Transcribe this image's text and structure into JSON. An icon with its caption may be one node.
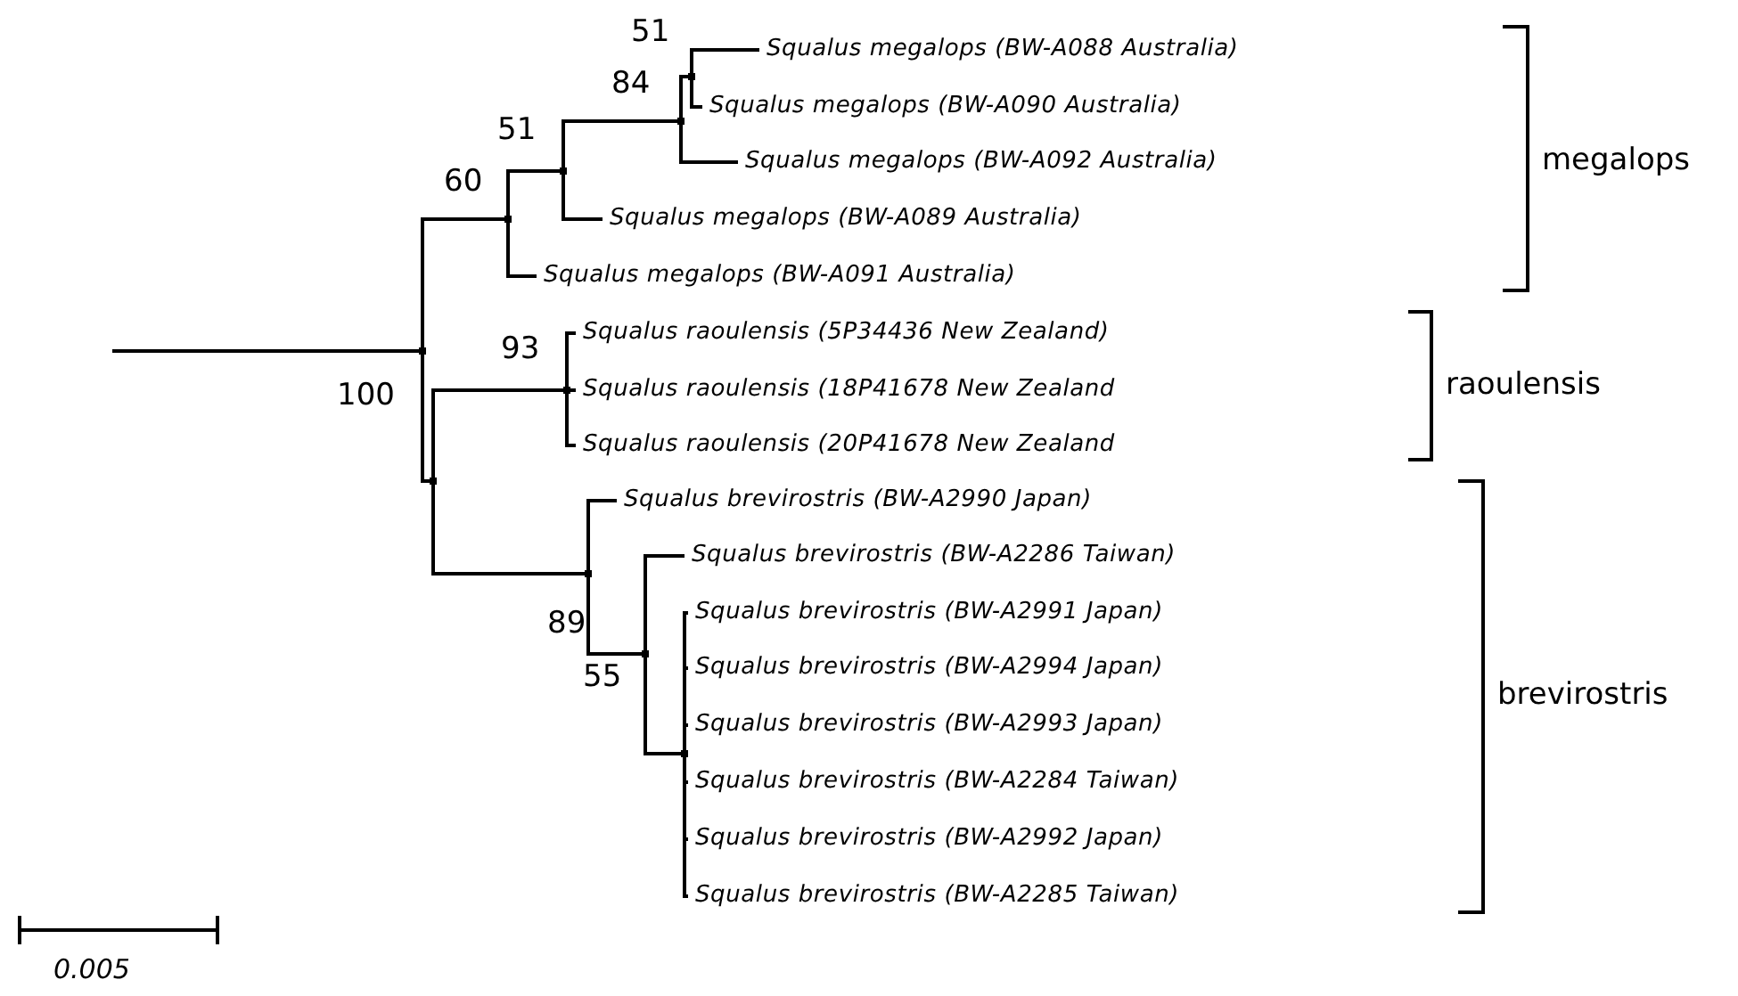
{
  "diagram": {
    "nodes": [
      {
        "text": [],
        "shape": "point",
        "beside": [
          "100"
        ]
      },
      {
        "text": [],
        "shape": "point",
        "beside": [
          "60"
        ]
      },
      {
        "text": [],
        "shape": "point",
        "beside": [
          "51"
        ]
      },
      {
        "text": [],
        "shape": "point",
        "beside": [
          "84"
        ]
      },
      {
        "text": [],
        "shape": "point",
        "beside": [
          "51"
        ]
      },
      {
        "text": [
          "Squalus megalops (BW-A088 Australia)"
        ]
      },
      {
        "text": [
          "Squalus megalops (BW-A090 Australia)"
        ]
      },
      {
        "text": [
          "Squalus megalops (BW-A092 Australia)"
        ]
      },
      {
        "text": [
          "Squalus megalops (BW-A089 Australia)"
        ]
      },
      {
        "text": [
          "Squalus megalops (BW-A091 Australia)"
        ]
      },
      {
        "text": [],
        "shape": "point"
      },
      {
        "text": [],
        "shape": "point",
        "beside": [
          "93"
        ]
      },
      {
        "text": [
          "Squalus raoulensis (5P34436 New Zealand)"
        ]
      },
      {
        "text": [
          "Squalus raoulensis (18P41678 New Zealand"
        ]
      },
      {
        "text": [
          "Squalus raoulensis (20P41678 New Zealand"
        ]
      },
      {
        "text": [],
        "shape": "point",
        "beside": [
          "89"
        ]
      },
      {
        "text": [
          "Squalus brevirostris (BW-A2990 Japan)"
        ]
      },
      {
        "text": [],
        "shape": "point",
        "beside": [
          "55"
        ]
      },
      {
        "text": [
          "Squalus brevirostris (BW-A2286 Taiwan)"
        ]
      },
      {
        "text": [],
        "shape": "point"
      },
      {
        "text": [
          "Squalus brevirostris (BW-A2991 Japan)"
        ]
      },
      {
        "text": [
          "Squalus brevirostris (BW-A2994 Japan)"
        ]
      },
      {
        "text": [
          "Squalus brevirostris (BW-A2993 Japan)"
        ]
      },
      {
        "text": [
          "Squalus brevirostris (BW-A2284 Taiwan)"
        ]
      },
      {
        "text": [
          "Squalus brevirostris (BW-A2992 Japan)"
        ]
      },
      {
        "text": [
          "Squalus brevirostris (BW-A2285 Taiwan)"
        ]
      }
    ],
    "edges": [
      {
        "from": null,
        "to": 0,
        "arrow": "none"
      },
      {
        "from": 0,
        "to": 1,
        "arrow": "none"
      },
      {
        "from": 1,
        "to": 2,
        "arrow": "none"
      },
      {
        "from": 2,
        "to": 3,
        "arrow": "none"
      },
      {
        "from": 3,
        "to": 4,
        "arrow": "none"
      },
      {
        "from": 4,
        "to": 5,
        "arrow": "none"
      },
      {
        "from": 4,
        "to": 6,
        "arrow": "none"
      },
      {
        "from": 3,
        "to": 7,
        "arrow": "none"
      },
      {
        "from": 2,
        "to": 8,
        "arrow": "none"
      },
      {
        "from": 1,
        "to": 9,
        "arrow": "none"
      },
      {
        "from": 0,
        "to": 10,
        "arrow": "none"
      },
      {
        "from": 10,
        "to": 11,
        "arrow": "none"
      },
      {
        "from": 11,
        "to": 12,
        "arrow": "none"
      },
      {
        "from": 11,
        "to": 13,
        "arrow": "none"
      },
      {
        "from": 11,
        "to": 14,
        "arrow": "none"
      },
      {
        "from": 10,
        "to": 15,
        "arrow": "none"
      },
      {
        "from": 15,
        "to": 16,
        "arrow": "none"
      },
      {
        "from": 15,
        "to": 17,
        "arrow": "none"
      },
      {
        "from": 17,
        "to": 18,
        "arrow": "none"
      },
      {
        "from": 17,
        "to": 19,
        "arrow": "none"
      },
      {
        "from": 19,
        "to": 20,
        "arrow": "none"
      },
      {
        "from": 19,
        "to": 21,
        "arrow": "none"
      },
      {
        "from": 19,
        "to": 22,
        "arrow": "none"
      },
      {
        "from": 19,
        "to": 23,
        "arrow": "none"
      },
      {
        "from": 19,
        "to": 24,
        "arrow": "none"
      },
      {
        "from": 19,
        "to": 25,
        "arrow": "none"
      }
    ],
    "labels": [
      "megalops",
      "raoulensis",
      "brevirostris",
      "0.005"
    ]
  }
}
